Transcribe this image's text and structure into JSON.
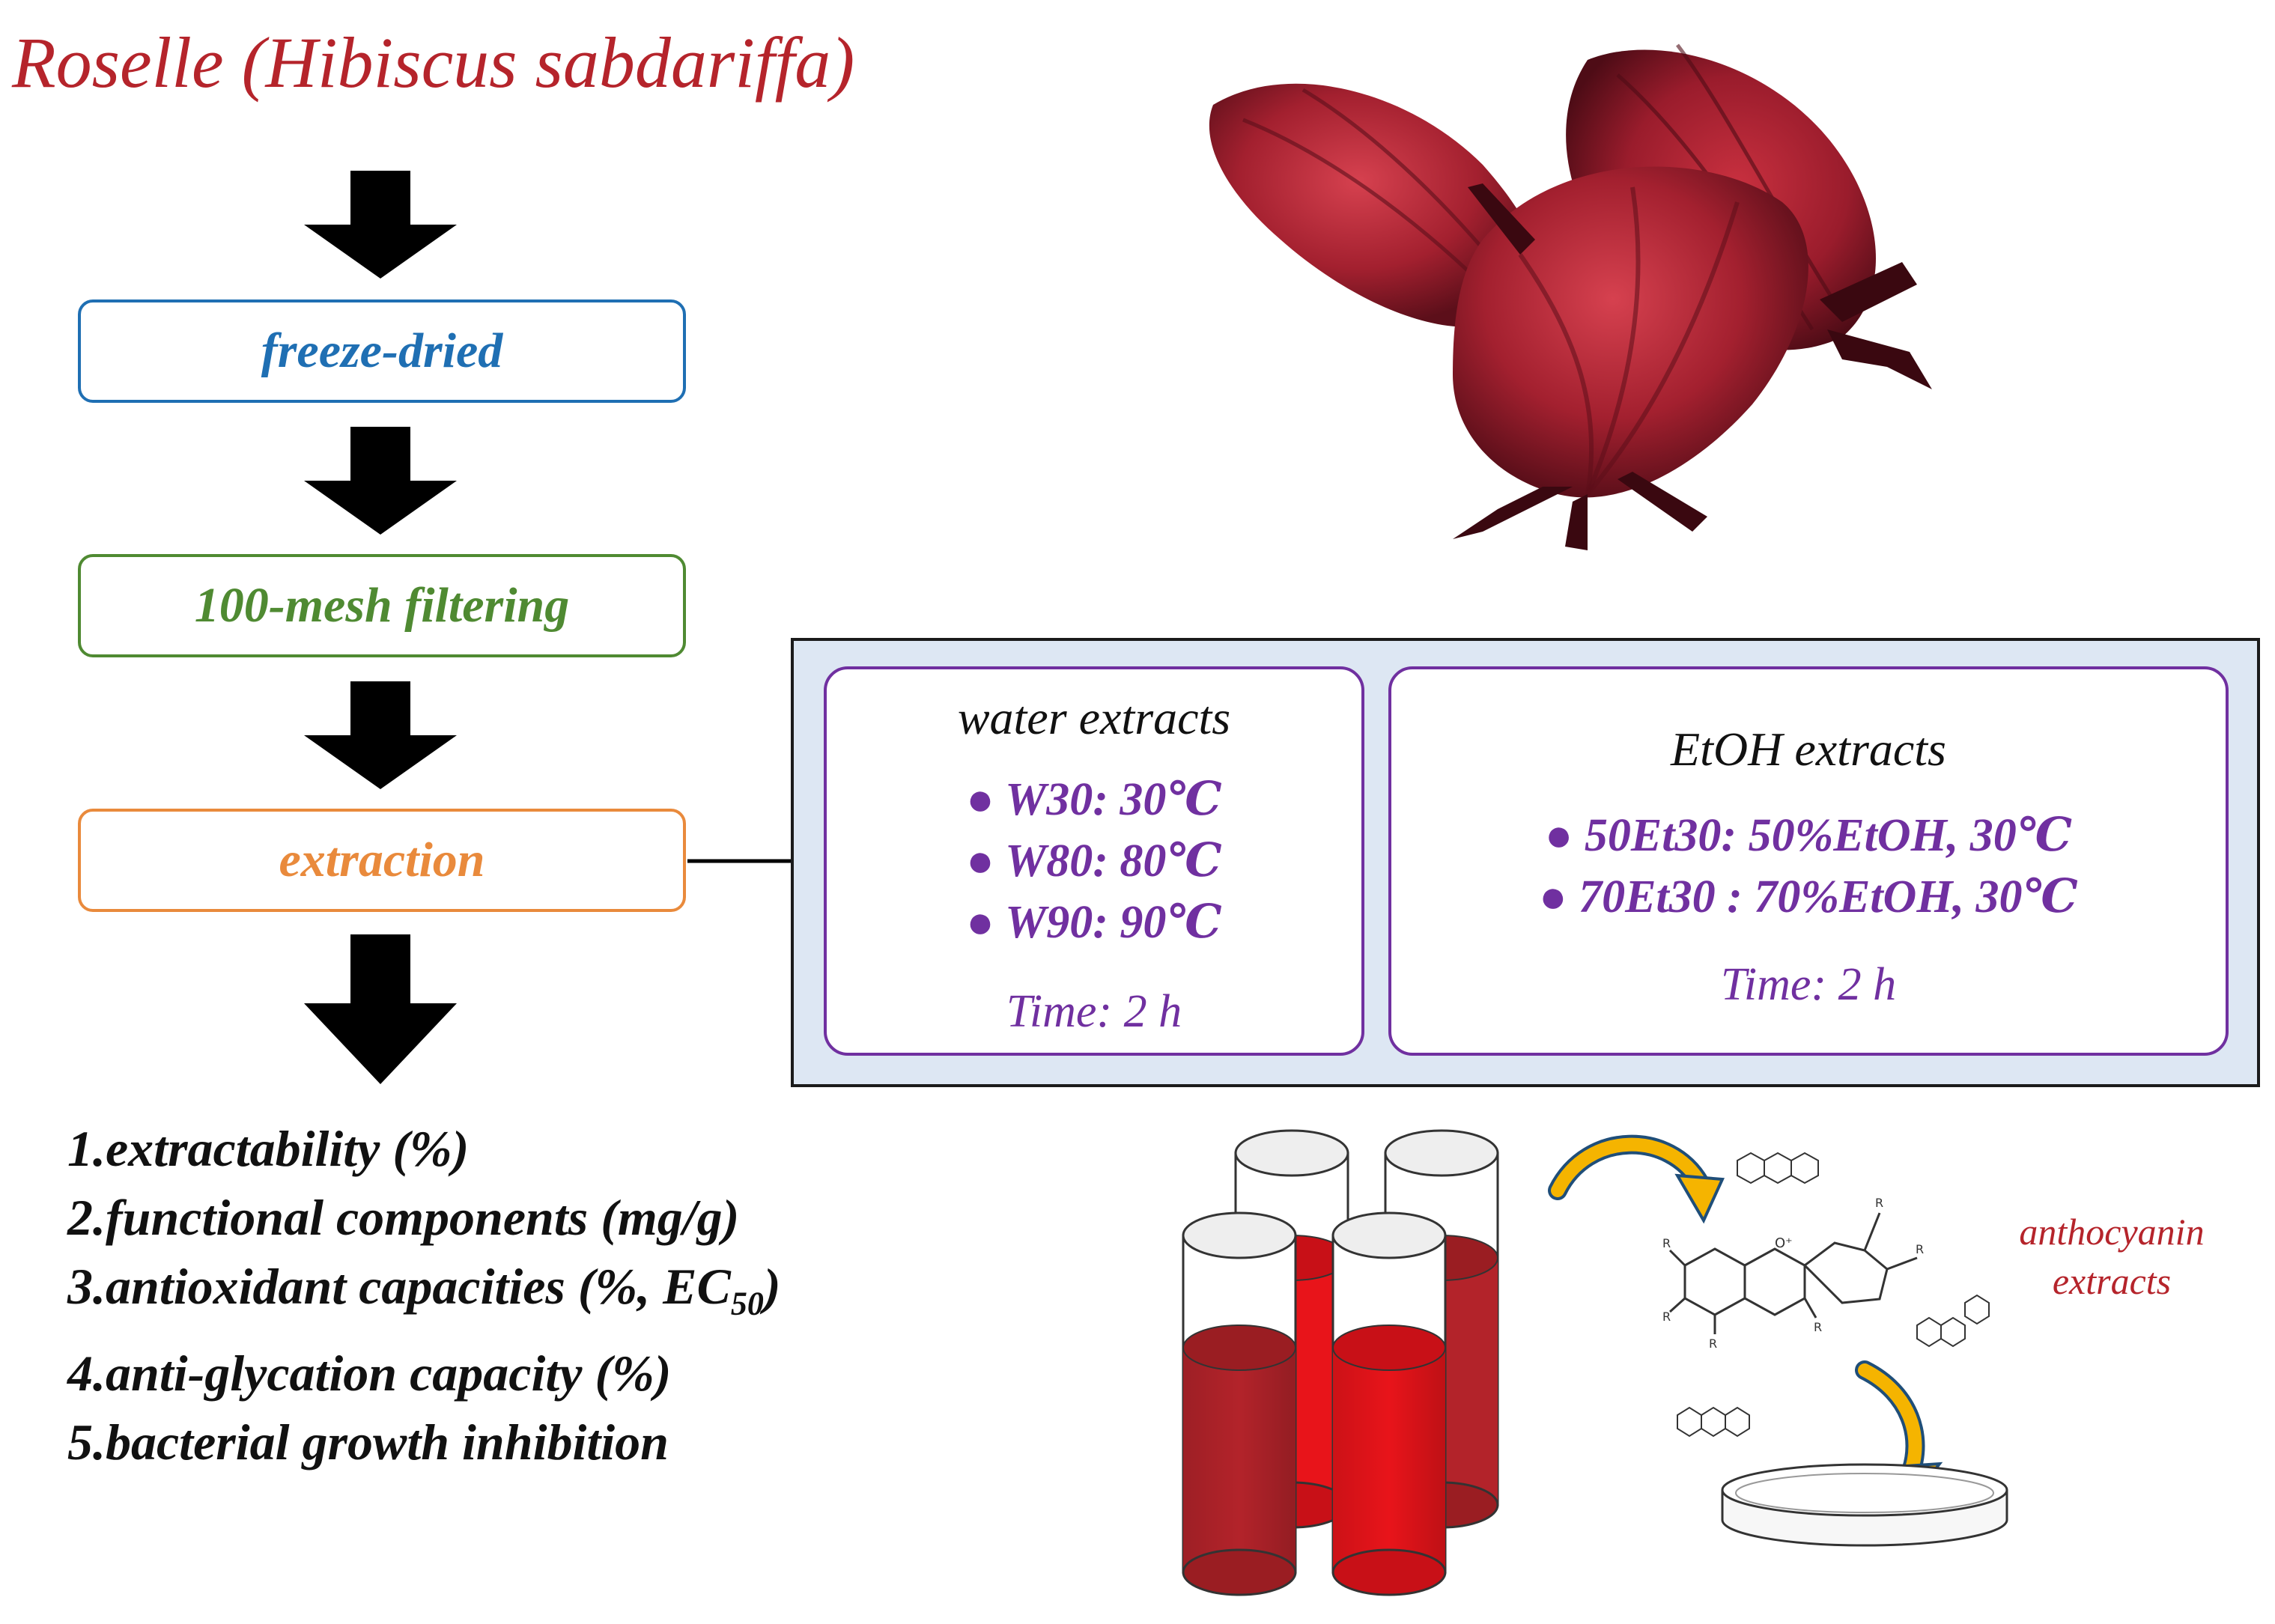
{
  "title": "Roselle (Hibiscus sabdariffa)",
  "steps": [
    {
      "label": "freeze-dried",
      "color": "#1f6fb3"
    },
    {
      "label": "100-mesh filtering",
      "color": "#4f8a32"
    },
    {
      "label": "extraction",
      "color": "#e98a3c"
    }
  ],
  "water": {
    "heading": "water extracts",
    "items": [
      "W30: 30℃",
      "W80: 80℃",
      "W90: 90℃"
    ],
    "time": "Time: 2 h"
  },
  "etoh": {
    "heading": "EtOH extracts",
    "items": [
      "50Et30: 50%EtOH, 30℃",
      "70Et30 : 70%EtOH, 30℃"
    ],
    "time": "Time: 2 h"
  },
  "outcomes": {
    "o1": "1.extractability (%)",
    "o2": "2.functional  components (mg/g)",
    "o3_pre": "3.antioxidant capacities (%, EC",
    "o3_sub": "50",
    "o3_post": ")",
    "o4": "4.anti-glycation capacity (%)",
    "o5": "5.bacterial growth inhibition"
  },
  "anthocyanin": {
    "line1": "anthocyanin",
    "line2": "extracts"
  },
  "structure_labels": {
    "r": "R",
    "o": "O⁺"
  },
  "colors": {
    "title": "#b5242b",
    "accent": "#7030a0",
    "panel_bg": "#dde7f3",
    "arrow": "#f5b400",
    "liquid": "#e8141a"
  }
}
